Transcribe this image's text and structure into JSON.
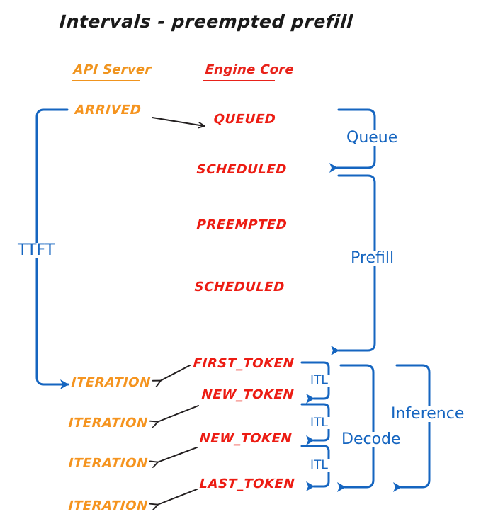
{
  "figure": {
    "title": "Intervals - preempted prefill",
    "colors": {
      "api_server": "#f5941f",
      "engine_core": "#ec1c13",
      "interval_blue": "#1565c0",
      "arrow_black": "#231f20",
      "background": "#ffffff"
    }
  },
  "columns": [
    {
      "id": "api-server",
      "label": "API Server",
      "color": "#f0941e"
    },
    {
      "id": "engine-core",
      "label": "Engine Core",
      "color": "#e8221a"
    }
  ],
  "events": {
    "api_server": [
      {
        "id": "arrived",
        "label": "ARRIVED"
      },
      {
        "id": "iteration-1",
        "label": "ITERATION"
      },
      {
        "id": "iteration-2",
        "label": "ITERATION"
      },
      {
        "id": "iteration-3",
        "label": "ITERATION"
      },
      {
        "id": "iteration-4",
        "label": "ITERATION"
      }
    ],
    "engine_core": [
      {
        "id": "queued",
        "label": "QUEUED"
      },
      {
        "id": "scheduled-1",
        "label": "SCHEDULED"
      },
      {
        "id": "preempted",
        "label": "PREEMPTED"
      },
      {
        "id": "scheduled-2",
        "label": "SCHEDULED"
      },
      {
        "id": "first-token",
        "label": "FIRST_TOKEN"
      },
      {
        "id": "new-token-1",
        "label": "NEW_TOKEN"
      },
      {
        "id": "new-token-2",
        "label": "NEW_TOKEN"
      },
      {
        "id": "last-token",
        "label": "LAST_TOKEN"
      }
    ]
  },
  "intervals": [
    {
      "id": "ttft",
      "label": "TTFT"
    },
    {
      "id": "queue",
      "label": "Queue"
    },
    {
      "id": "prefill",
      "label": "Prefill"
    },
    {
      "id": "itl-1",
      "label": "ITL"
    },
    {
      "id": "itl-2",
      "label": "ITL"
    },
    {
      "id": "itl-3",
      "label": "ITL"
    },
    {
      "id": "decode",
      "label": "Decode"
    },
    {
      "id": "inference",
      "label": "Inference"
    }
  ]
}
